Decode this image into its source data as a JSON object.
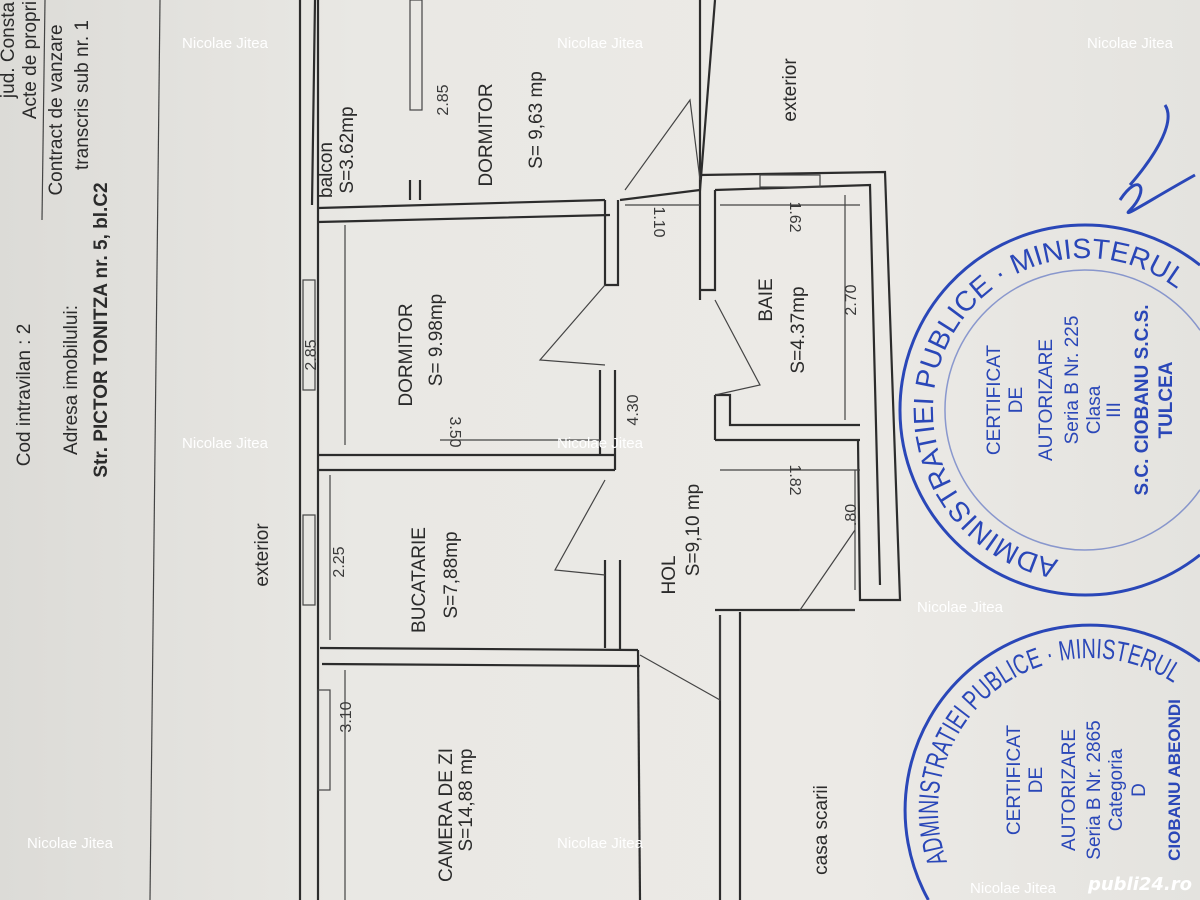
{
  "document_header": {
    "lines": [
      "jud. Consta",
      "Acte de propri",
      "Contract de vanzare",
      "transcris sub nr. 1"
    ],
    "cod_intravilan": "Cod intravilan : 2",
    "address_label": "Adresa imobilului:",
    "address": "Str. PICTOR TONITZA nr. 5, bl.C2"
  },
  "plan": {
    "exterior_labels": [
      "exterior",
      "exterior"
    ],
    "rooms": [
      {
        "name": "balcon",
        "area": "S=3.62mp"
      },
      {
        "name": "DORMITOR",
        "area": "S= 9,63 mp"
      },
      {
        "name": "DORMITOR",
        "area": "S= 9.98mp"
      },
      {
        "name": "BAIE",
        "area": "S=4.37mp"
      },
      {
        "name": "BUCATARIE",
        "area": "S=7,88mp"
      },
      {
        "name": "HOL",
        "area": "S=9,10 mp"
      },
      {
        "name": "CAMERA  DE ZI",
        "area": "S=14,88 mp"
      }
    ],
    "stairwell": "casa scarii",
    "dimensions": [
      "2.85",
      "1.10",
      "1.62",
      "2.85",
      "3.50",
      "4.30",
      "2.70",
      "2.25",
      "1.82",
      ".80",
      "3.10"
    ]
  },
  "stamps": [
    {
      "ring": "ADMINISTRATIEI PUBLICE · MINISTERUL",
      "lines": [
        "CERTIFICAT",
        "DE",
        "AUTORIZARE",
        "Seria B Nr. 225",
        "Clasa",
        "III",
        "S.C. CIOBANU S.C.S.",
        "TULCEA"
      ]
    },
    {
      "ring": "ADMINISTRATIEI PUBLICE · MINISTERUL",
      "lines": [
        "CERTIFICAT",
        "DE",
        "AUTORIZARE",
        "Seria B Nr. 2865",
        "Categoria",
        "D",
        "CIOBANU ABEONDI"
      ]
    }
  ],
  "watermark": "Nicolae Jitea",
  "site_logo": "publi24.ro",
  "colors": {
    "stamp": "#2a47b8",
    "ink": "#2b2b2b",
    "paper": "#e9e8e4"
  }
}
